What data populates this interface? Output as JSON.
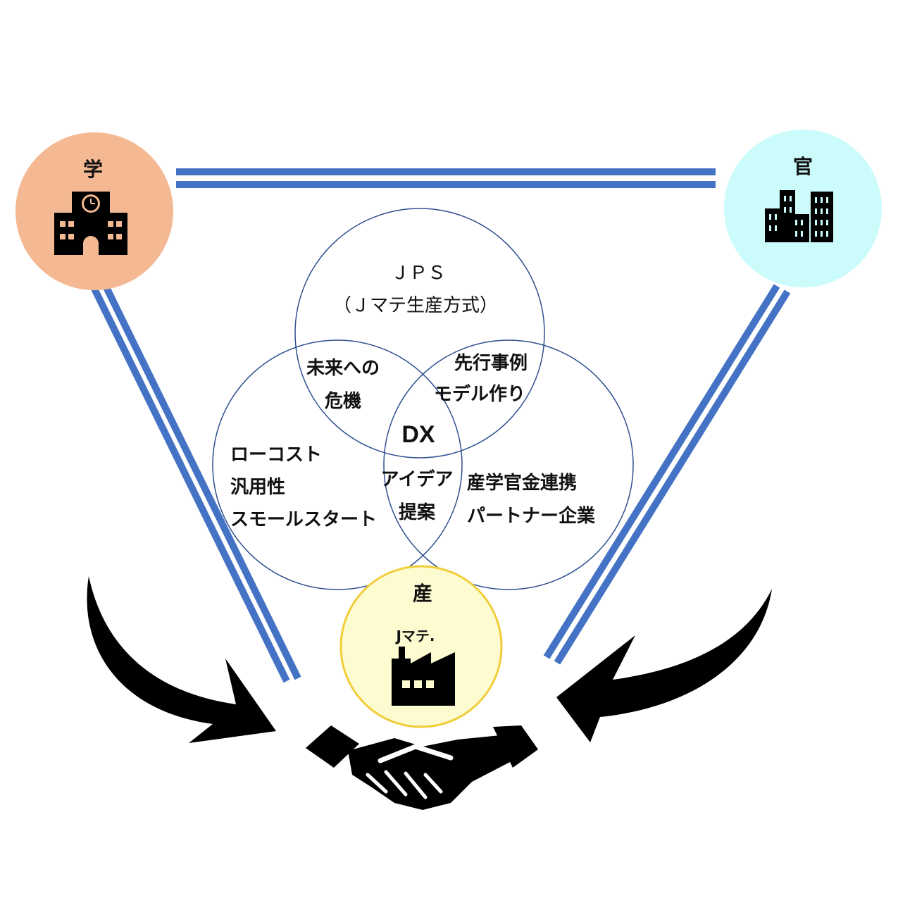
{
  "nodes": {
    "academia": {
      "label": "学",
      "icon": "school-icon",
      "fill": "#f4b992"
    },
    "government": {
      "label": "官",
      "icon": "office-buildings-icon",
      "fill": "#ccfbfb"
    },
    "industry": {
      "label": "産",
      "sublabel": "Jマテ.",
      "icon": "factory-icon",
      "fill": "#fdfcd0",
      "stroke": "#f2cd3a"
    }
  },
  "venn": {
    "top_line1": "ＪＰＳ",
    "top_line2": "（Ｊマテ生産方式）",
    "top_left_line1": "未来への",
    "top_left_line2": "危機",
    "top_right_line1": "先行事例",
    "top_right_line2": "モデル作り",
    "center": "DX",
    "left_line1": "ローコスト",
    "left_line2": "汎用性",
    "left_line3": "スモールスタート",
    "bottom_center_line1": "アイデア",
    "bottom_center_line2": "提案",
    "right_line1": "産学官金連携",
    "right_line2": "パートナー企業"
  },
  "colors": {
    "connector": "#4472c4",
    "venn_stroke": "#2f4f8f",
    "arrows": "#000000"
  },
  "bottom_icon": "handshake-icon"
}
